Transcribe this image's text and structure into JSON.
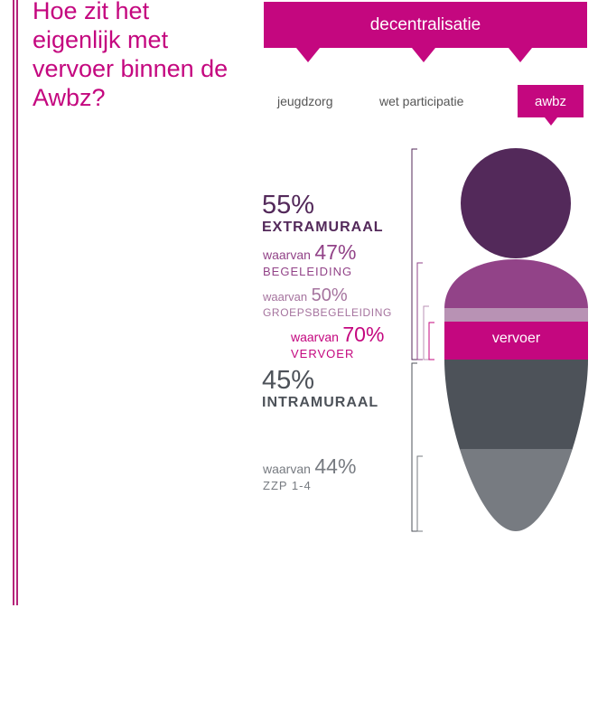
{
  "title": "Hoe zit het eigenlijk met vervoer binnen de Awbz?",
  "banner": {
    "label": "decentralisatie"
  },
  "tabs": [
    {
      "label": "jeugdzorg"
    },
    {
      "label": "wet participatie"
    },
    {
      "label": "awbz",
      "selected": true
    }
  ],
  "stats": {
    "extramuraal": {
      "value": "55%",
      "label": "EXTRAMURAAL"
    },
    "begeleiding": {
      "prefix": "waarvan",
      "value": "47%",
      "label": "BEGELEIDING"
    },
    "groepsbegeleiding": {
      "prefix": "waarvan",
      "value": "50%",
      "label": "GROEPSBEGELEIDING"
    },
    "vervoer": {
      "prefix": "waarvan",
      "value": "70%",
      "label": "VERVOER"
    },
    "intramuraal": {
      "value": "45%",
      "label": "INTRAMURAAL"
    },
    "zzp": {
      "prefix": "waarvan",
      "value": "44%",
      "label": "ZZP 1-4"
    }
  },
  "figure": {
    "vervoer_label": "vervoer"
  },
  "colors": {
    "brand": "#c4077f",
    "extramuraal": "#53295a",
    "begeleiding": "#924388",
    "groepsbegeleiding": "#b892b4",
    "intramuraal": "#4d5259",
    "zzp": "#777b81"
  }
}
